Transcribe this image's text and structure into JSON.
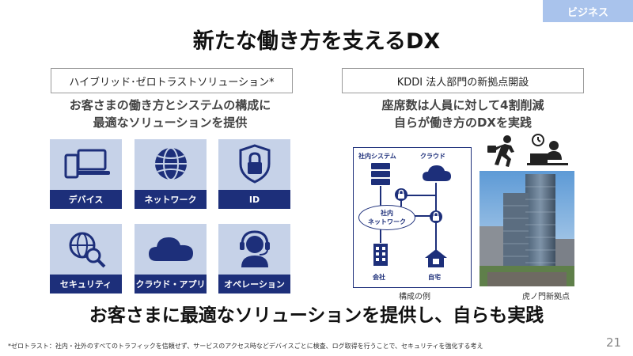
{
  "section_tag": "ビジネス",
  "title": "新たな働き方を支えるDX",
  "left": {
    "label": "ハイブリッド･ゼロトラストソリューション*",
    "subtitle_line1": "お客さまの働き方とシステムの構成に",
    "subtitle_line2": "最適なソリューションを提供",
    "tiles": [
      {
        "label": "デバイス",
        "icon": "device-icon"
      },
      {
        "label": "ネットワーク",
        "icon": "network-globe-icon"
      },
      {
        "label": "ID",
        "icon": "lock-shield-icon"
      },
      {
        "label": "セキュリティ",
        "icon": "security-search-icon"
      },
      {
        "label": "クラウド・アプリ",
        "icon": "cloud-icon"
      },
      {
        "label": "オペレーション",
        "icon": "operator-headset-icon"
      }
    ]
  },
  "right": {
    "label": "KDDI 法人部門の新拠点開設",
    "subtitle_line1": "座席数は人員に対して4割削減",
    "subtitle_line2": "自らが働き方のDXを実践",
    "diagram": {
      "internal_system": "社内システム",
      "cloud": "クラウド",
      "network_line1": "社内",
      "network_line2": "ネットワーク",
      "office": "会社",
      "home": "自宅",
      "caption": "構成の例"
    },
    "photo_caption": "虎ノ門新拠点"
  },
  "bottom_message": "お客さまに最適なソリューションを提供し、自らも実践",
  "footnote": "*ゼロトラスト：社内・社外のすべてのトラフィックを信頼せず、サービスのアクセス時などデバイスごとに検査、ログ取得を行うことで、セキュリティを強化する考え",
  "page_number": "21",
  "colors": {
    "navy": "#1d2f7a",
    "tile_bg": "#c6d2e8",
    "tag_bg": "#a9c3ec"
  }
}
